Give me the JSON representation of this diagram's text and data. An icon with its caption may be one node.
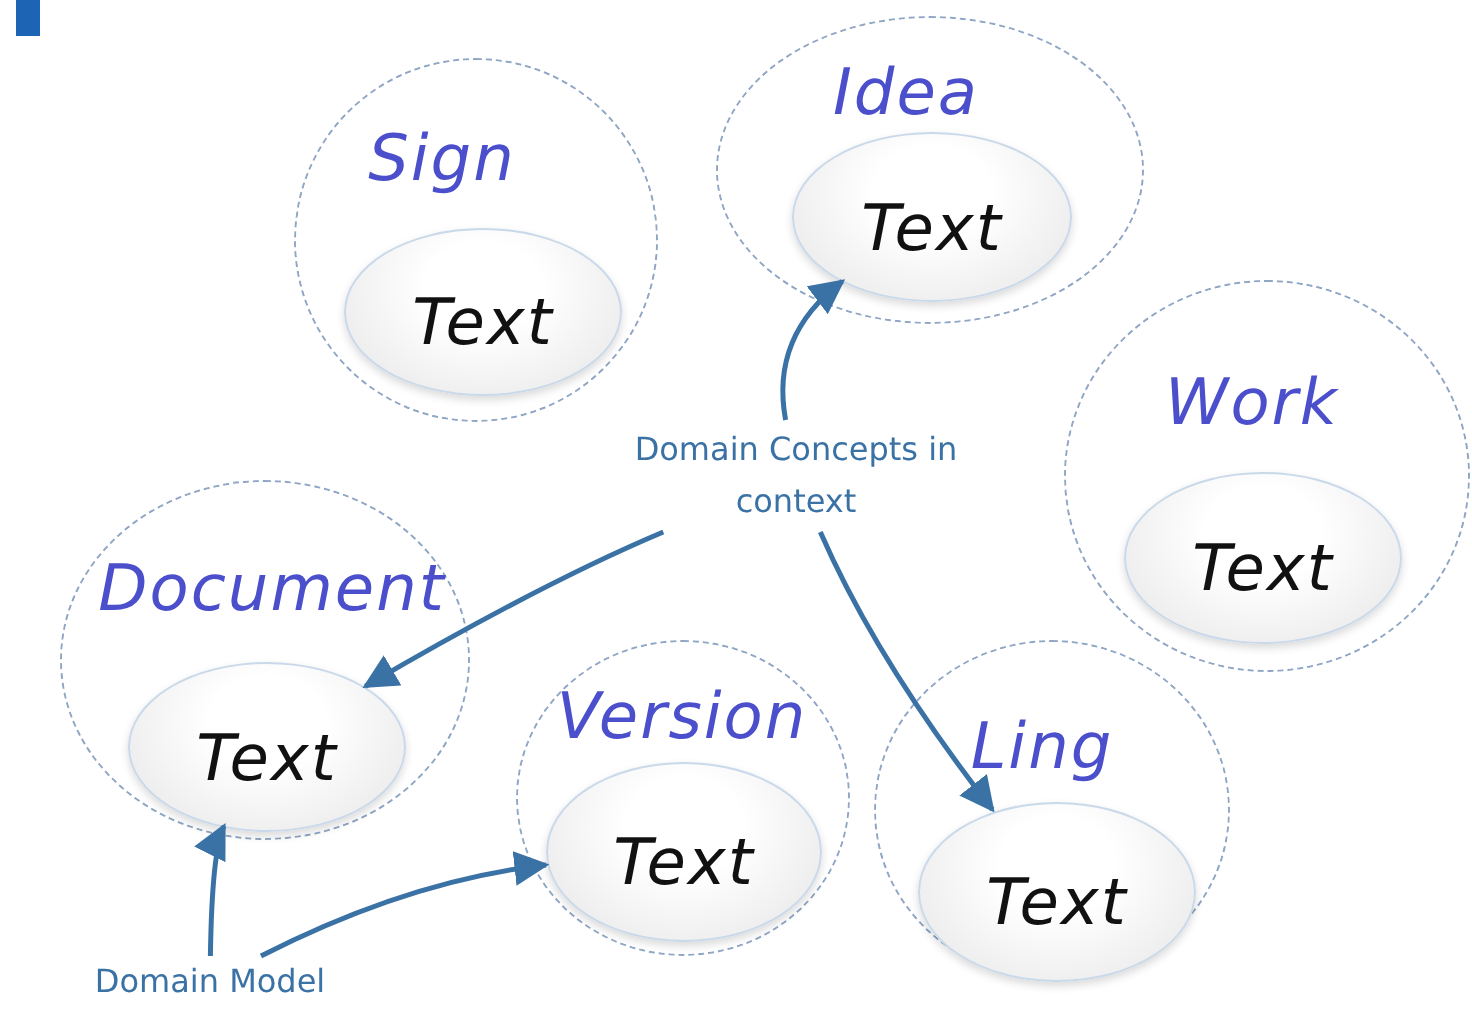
{
  "diagram": {
    "nodes": [
      {
        "text": [
          "Sign"
        ]
      },
      {
        "text": [
          "Text"
        ],
        "in": 0
      },
      {
        "text": [
          "Idea"
        ]
      },
      {
        "text": [
          "Text"
        ],
        "in": 2
      },
      {
        "text": [
          "Work"
        ]
      },
      {
        "text": [
          "Text"
        ],
        "in": 4
      },
      {
        "text": [
          "Domain Concepts in context"
        ]
      },
      {
        "text": [
          "Document"
        ]
      },
      {
        "text": [
          "Text"
        ],
        "in": 7
      },
      {
        "text": [
          "Version"
        ]
      },
      {
        "text": [
          "Text"
        ],
        "in": 9
      },
      {
        "text": [
          "Ling"
        ]
      },
      {
        "text": [
          "Text"
        ],
        "in": 11
      },
      {
        "text": [
          "Domain Model"
        ]
      }
    ],
    "edges": [
      {
        "from": 6,
        "to": 3,
        "arrow": "to"
      },
      {
        "from": 6,
        "to": 8,
        "arrow": "to"
      },
      {
        "from": 6,
        "to": 12,
        "arrow": "to"
      },
      {
        "from": 13,
        "to": 8,
        "arrow": "to"
      },
      {
        "from": 13,
        "to": 10,
        "arrow": "to"
      }
    ]
  }
}
